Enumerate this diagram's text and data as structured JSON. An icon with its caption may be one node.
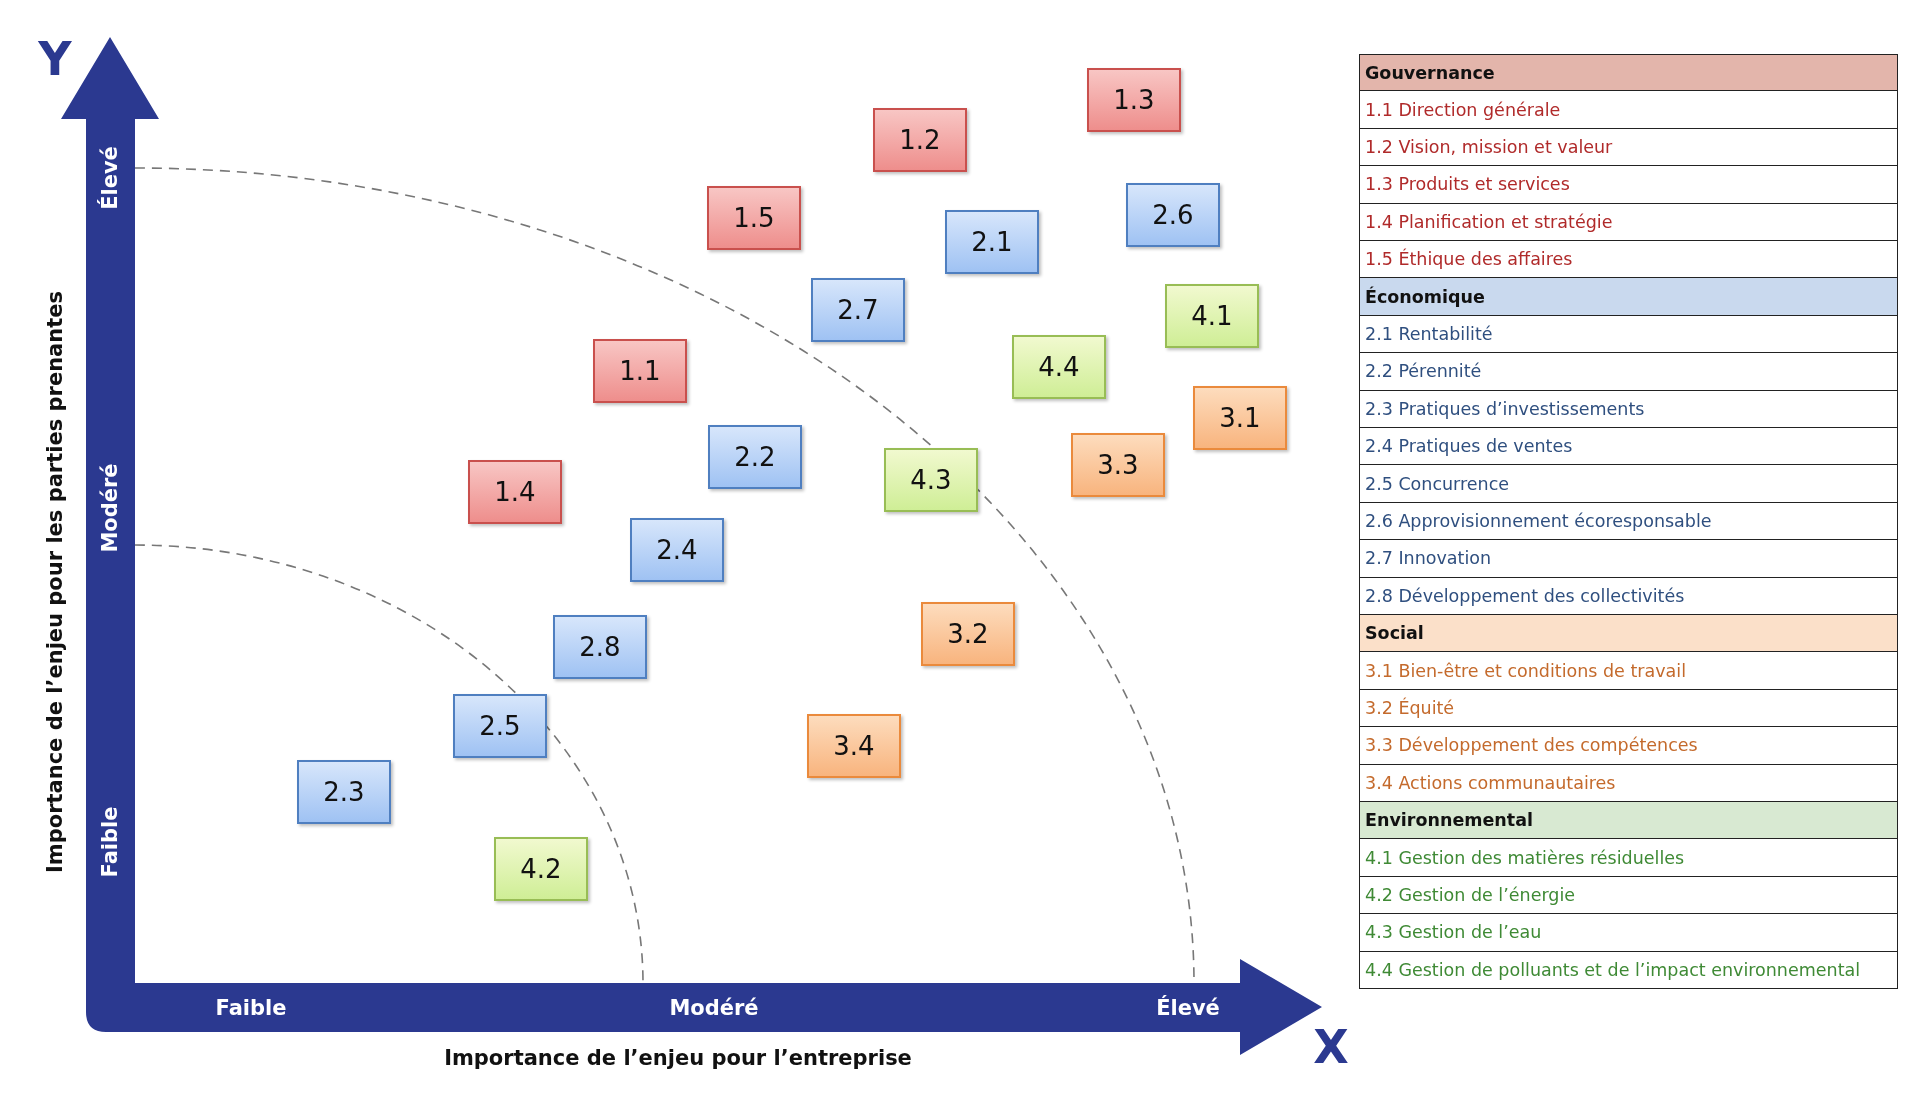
{
  "diagram": {
    "nodes": [
      {
        "text": [
          "1.3"
        ]
      },
      {
        "text": [
          "1.2"
        ]
      },
      {
        "text": [
          "2.6"
        ]
      },
      {
        "text": [
          "1.5"
        ]
      },
      {
        "text": [
          "2.1"
        ]
      },
      {
        "text": [
          "2.7"
        ]
      },
      {
        "text": [
          "4.1"
        ]
      },
      {
        "text": [
          "4.4"
        ]
      },
      {
        "text": [
          "1.1"
        ]
      },
      {
        "text": [
          "3.1"
        ]
      },
      {
        "text": [
          "2.2"
        ]
      },
      {
        "text": [
          "3.3"
        ]
      },
      {
        "text": [
          "4.3"
        ]
      },
      {
        "text": [
          "1.4"
        ]
      },
      {
        "text": [
          "2.4"
        ]
      },
      {
        "text": [
          "3.2"
        ]
      },
      {
        "text": [
          "2.8"
        ]
      },
      {
        "text": [
          "2.5"
        ]
      },
      {
        "text": [
          "3.4"
        ]
      },
      {
        "text": [
          "2.3"
        ]
      },
      {
        "text": [
          "4.2"
        ]
      }
    ],
    "labels": [
      "Y",
      "Importance de l’enjeu pour  les parties prenantes",
      "Élevé",
      "Modéré",
      "Faible",
      "Faible",
      "Modéré",
      "Élevé",
      "X",
      "Importance de l’enjeu pour  l’entreprise",
      "1.1 Direction générale",
      "1.2 Vision, mission et valeur",
      "1.3 Produits et services",
      "1.4 Planification et stratégie",
      "1.5 Éthique des affaires",
      "2.1 Rentabilité",
      "2.2 Pérennité",
      "2.3 Pratiques d’investissements",
      "2.4 Pratiques de ventes",
      "2.5 Concurrence",
      "2.6 Approvisionnement écoresponsable",
      "2.7 Innovation",
      "2.8 Développement des collectivités",
      "3.1 Bien-être et conditions de travail",
      "3.2 Équité",
      "3.3 Développement des compétences",
      "3.4 Actions communautaires",
      "4.1 Gestion des matières résiduelles",
      "4.2 Gestion de l’énergie",
      "4.3 Gestion de l’eau",
      "4.4 Gestion de polluants et de l’impact environnemental"
    ],
    "legend": [
      {
        "text": "Gouvernance",
        "color": "#e3b5ab"
      },
      {
        "text": "Économique",
        "color": "#c9d9ee"
      },
      {
        "text": "Social",
        "color": "#fbe0c9"
      },
      {
        "text": "Environnemental",
        "color": "#d8e9d2"
      }
    ]
  }
}
